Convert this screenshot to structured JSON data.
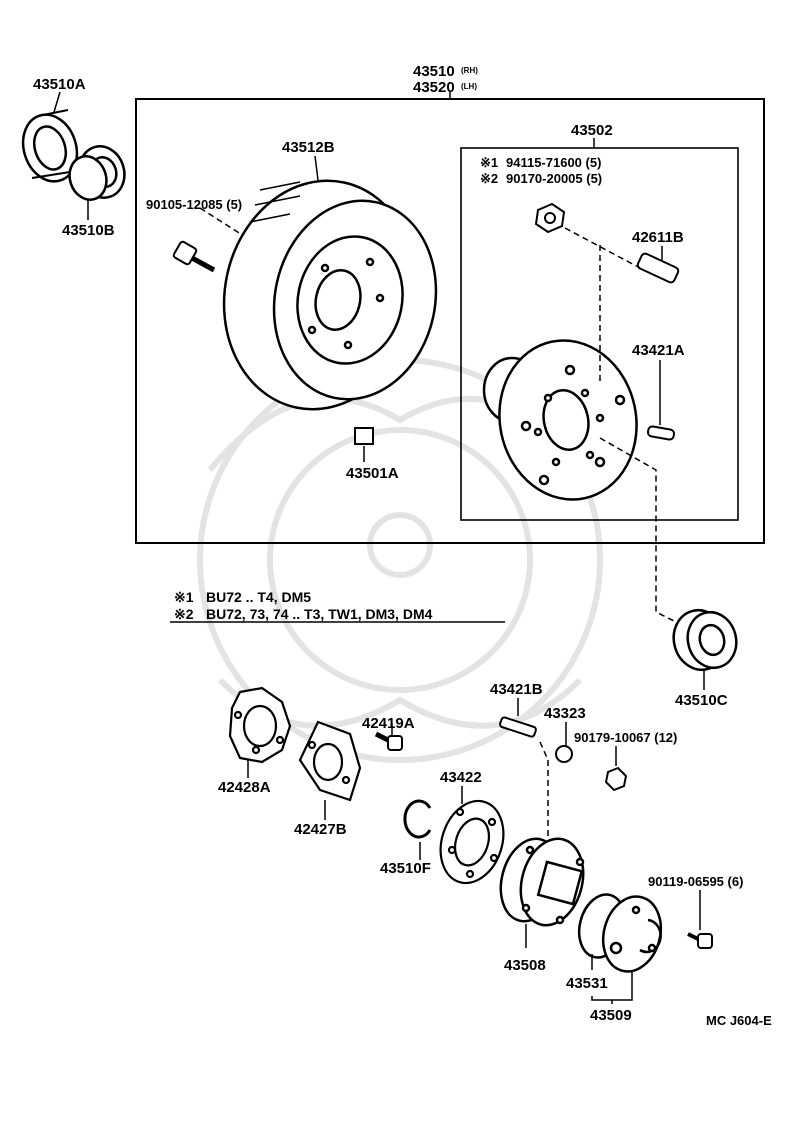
{
  "labels": {
    "assy_main": "43510",
    "assy_rh": "(RH)",
    "assy_alt": "43520",
    "assy_lh": "(LH)",
    "seal_outer": "43510A",
    "bearing_outer": "43510B",
    "drum": "43512B",
    "drum_bolt": "90105-12085 (5)",
    "drum_clip": "43501A",
    "hub_group": "43502",
    "note1_mark": "※1",
    "note1_part": "94115-71600 (5)",
    "note2_mark": "※2",
    "note2_part": "90170-20005 (5)",
    "hub_bolt": "42611B",
    "pin": "43421A",
    "bearing_inner": "43510C",
    "stud": "43421B",
    "washer": "43323",
    "hub_nut": "90179-10067 (12)",
    "bolt_42419A": "42419A",
    "ring_43510F": "43510F",
    "gasket_42428A": "42428A",
    "gasket_42427B": "42427B",
    "gasket_43422": "43422",
    "lock_hub": "43508",
    "lock_body": "43531",
    "lock_assy": "43509",
    "lock_bolt": "90119-06595 (6)",
    "footer_code": "MC J604-E"
  },
  "notes": [
    {
      "mark": "※1",
      "text": "BU72 .. T4, DM5"
    },
    {
      "mark": "※2",
      "text": "BU72, 73, 74 .. T3, TW1, DM3, DM4"
    }
  ],
  "colors": {
    "ink": "#000000",
    "watermark": "#e6e6e6",
    "background": "#ffffff"
  }
}
